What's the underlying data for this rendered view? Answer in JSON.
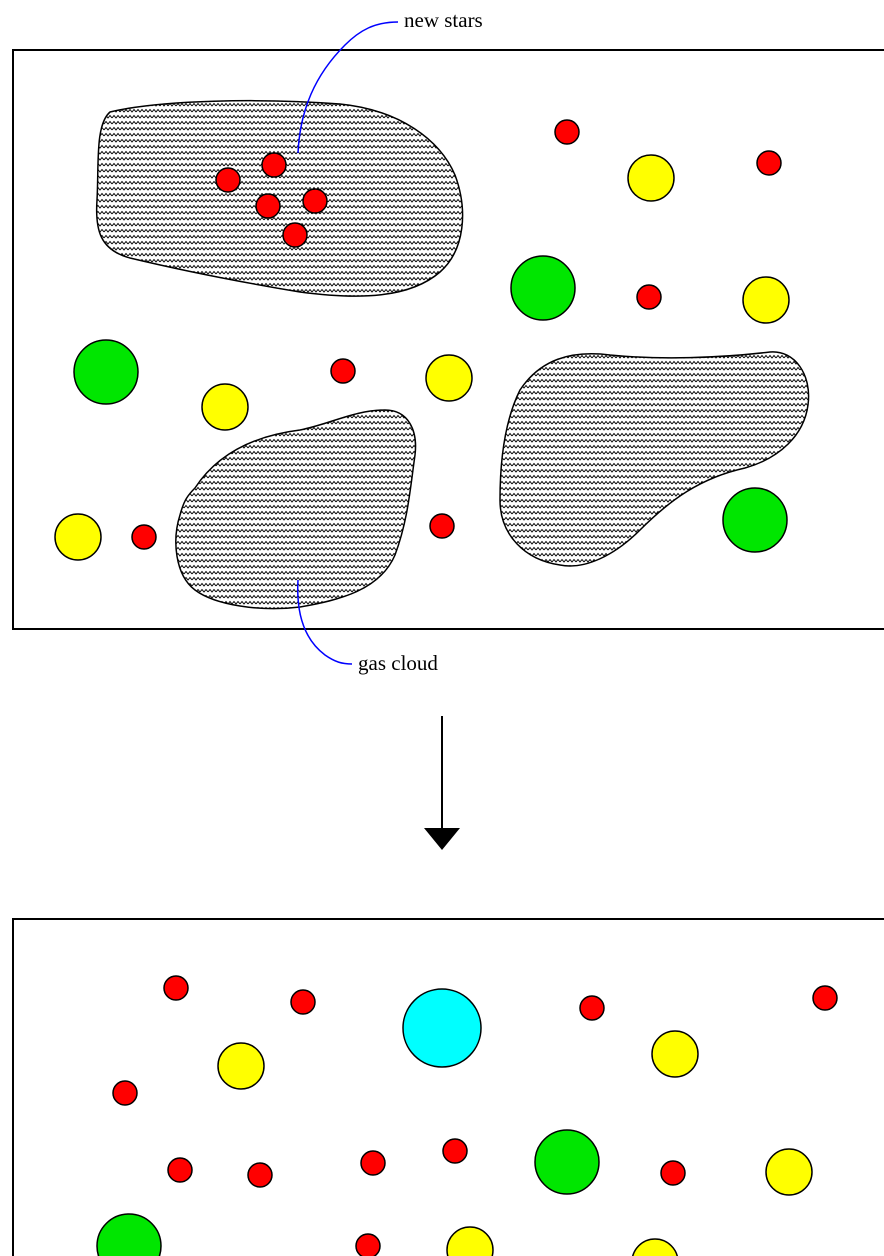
{
  "labels": {
    "new_stars": "new stars",
    "gas_cloud": "gas cloud"
  },
  "colors": {
    "red_star": "#ff0000",
    "yellow_star": "#ffff00",
    "green_star": "#00e600",
    "cyan_star": "#00ffff",
    "gas_cloud_fill": "#b0b0b0",
    "leader_line": "#0000ff",
    "outline": "#000000"
  },
  "panels": [
    {
      "name": "before",
      "description_stars": "mixed red, yellow and green stars with gas clouds"
    },
    {
      "name": "after",
      "description_stars": "gas clouds gone; stars remain"
    }
  ]
}
